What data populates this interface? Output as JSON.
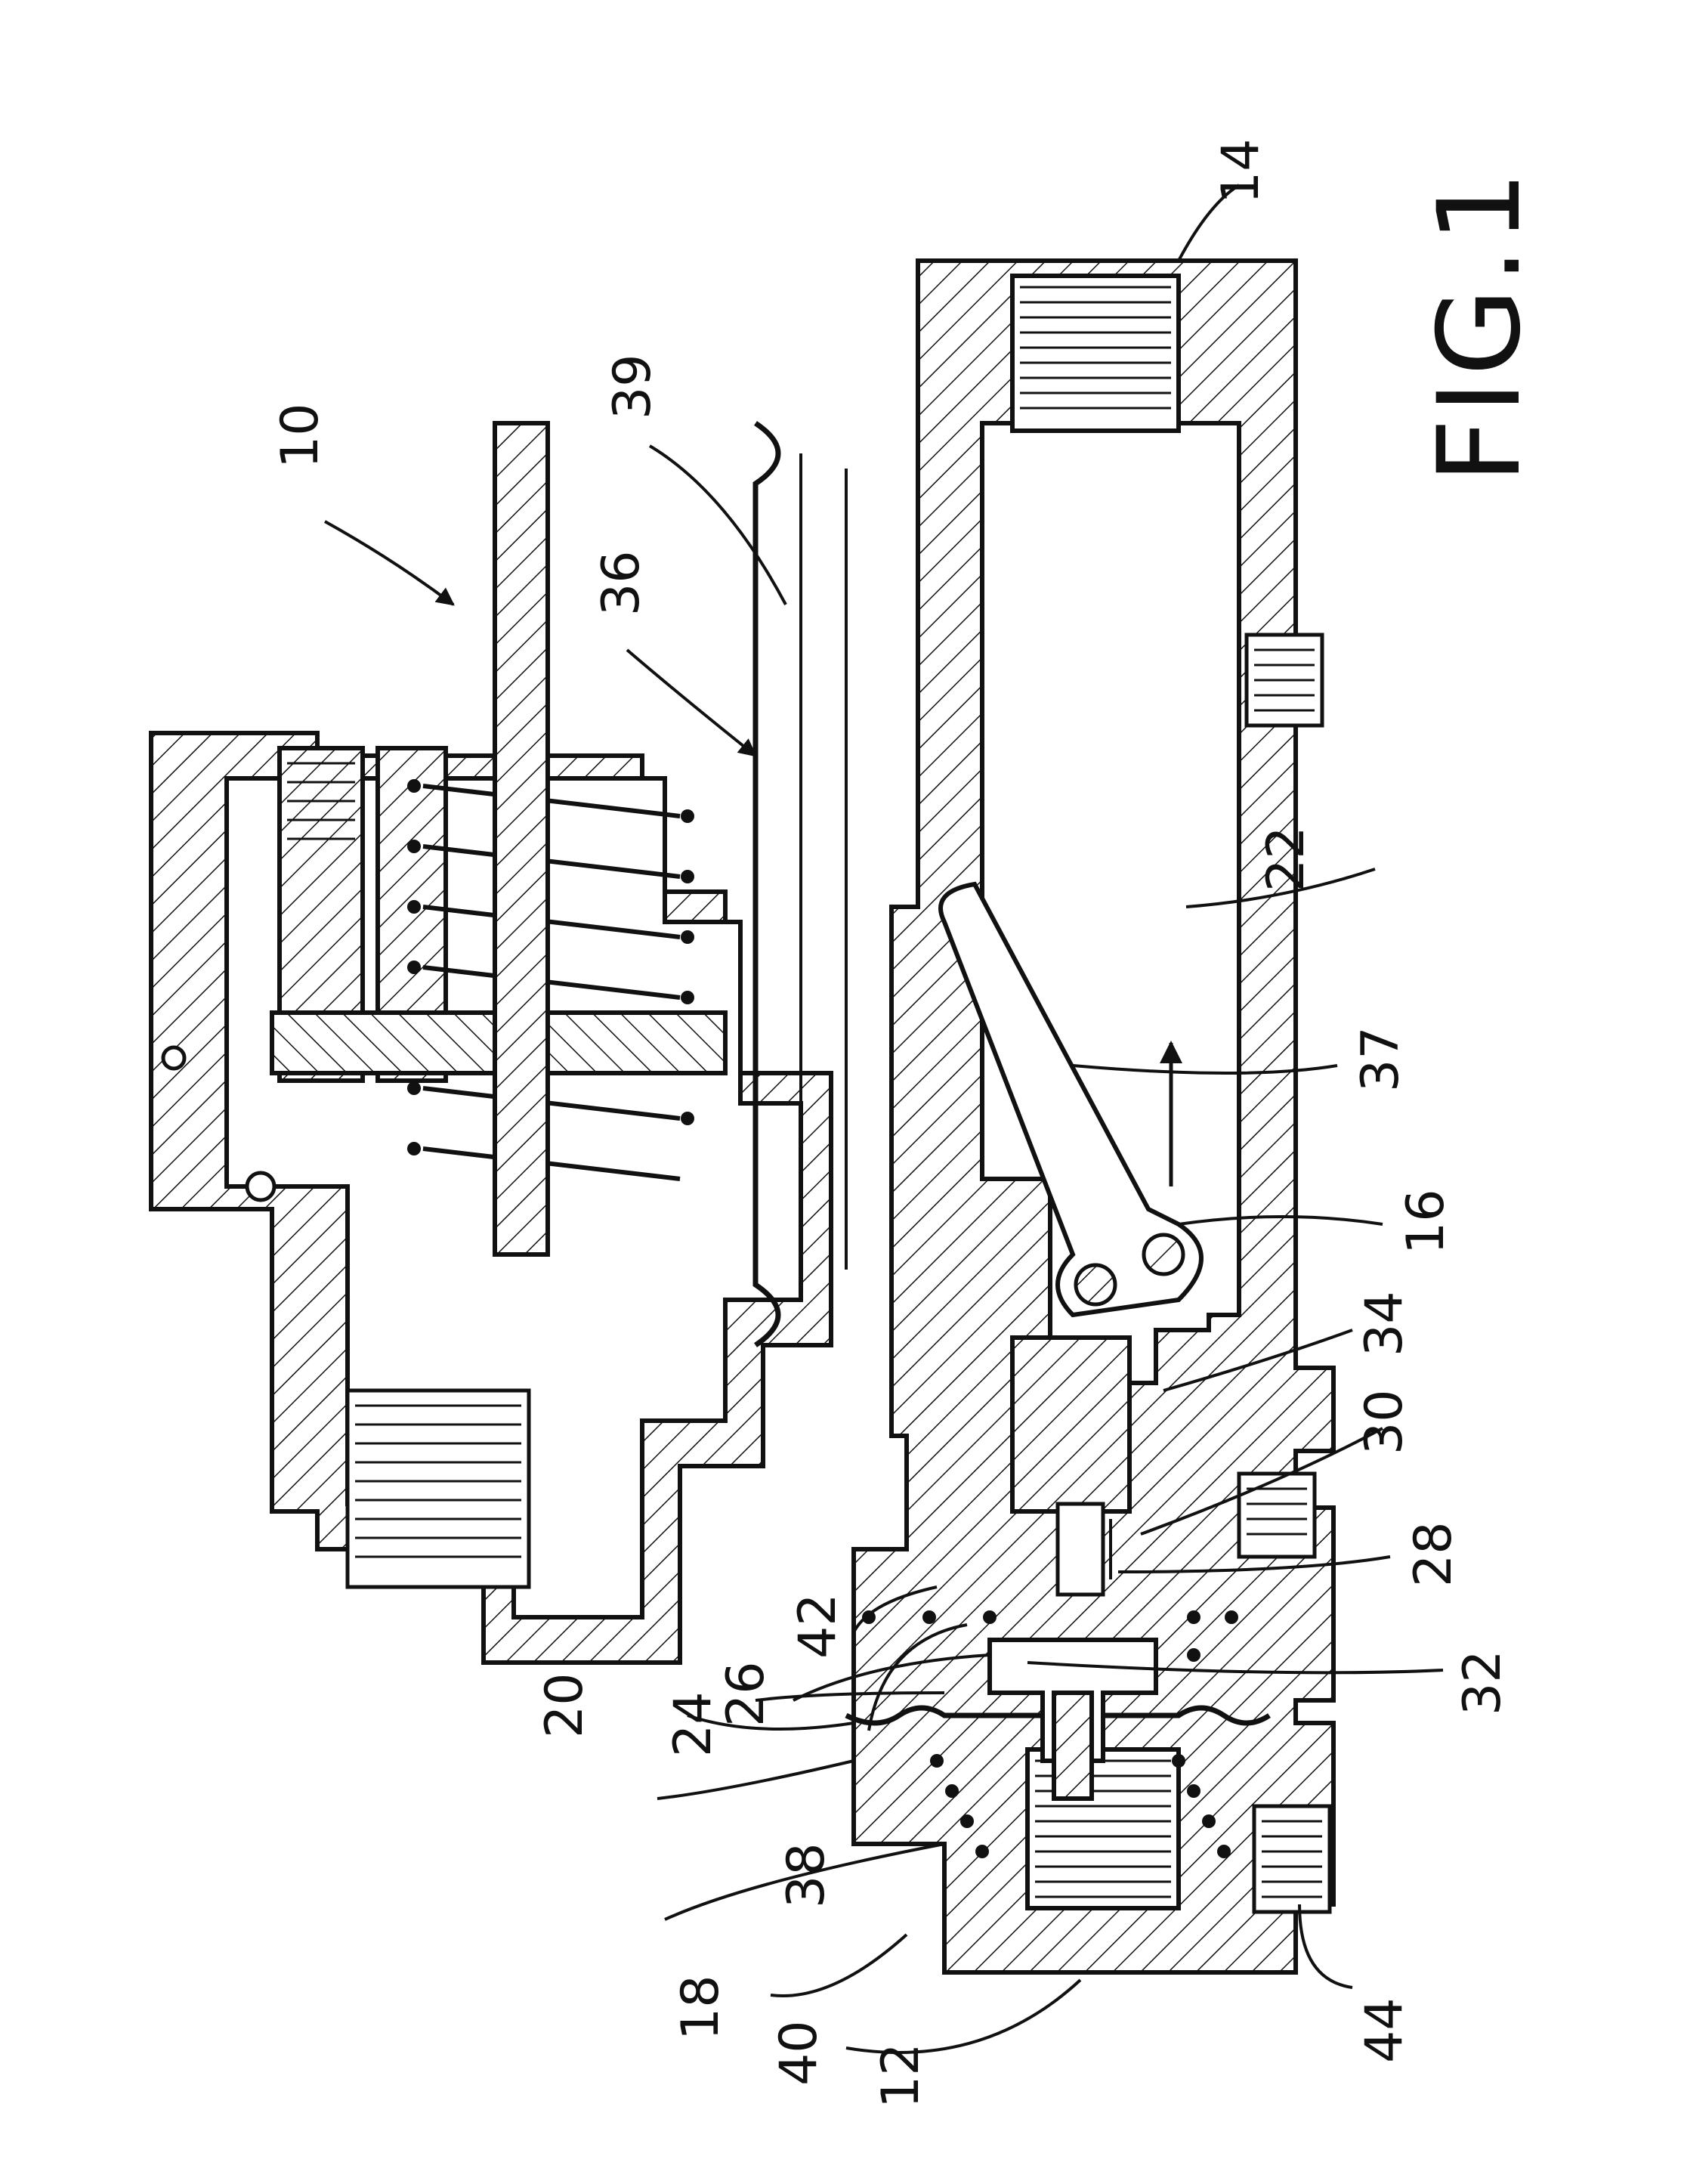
{
  "figure": {
    "caption": "FIG.1"
  },
  "reference_numerals": {
    "assembly": "10",
    "outlet": "14",
    "chamber_39": "39",
    "diaphragm_assembly": "36",
    "lever": "37",
    "passage": "22",
    "flow_arrow": "16",
    "seat_block": "34",
    "orifice_30": "30",
    "orifice_28": "28",
    "spring_42": "42",
    "stem_32": "32",
    "chamber_20": "20",
    "valve_26": "26",
    "diaphragm_24": "24",
    "spring_38": "38",
    "inlet_chamber": "18",
    "spring_40": "40",
    "inlet": "12",
    "port_44": "44"
  },
  "colors": {
    "ink": "#111111",
    "paper": "#ffffff"
  }
}
